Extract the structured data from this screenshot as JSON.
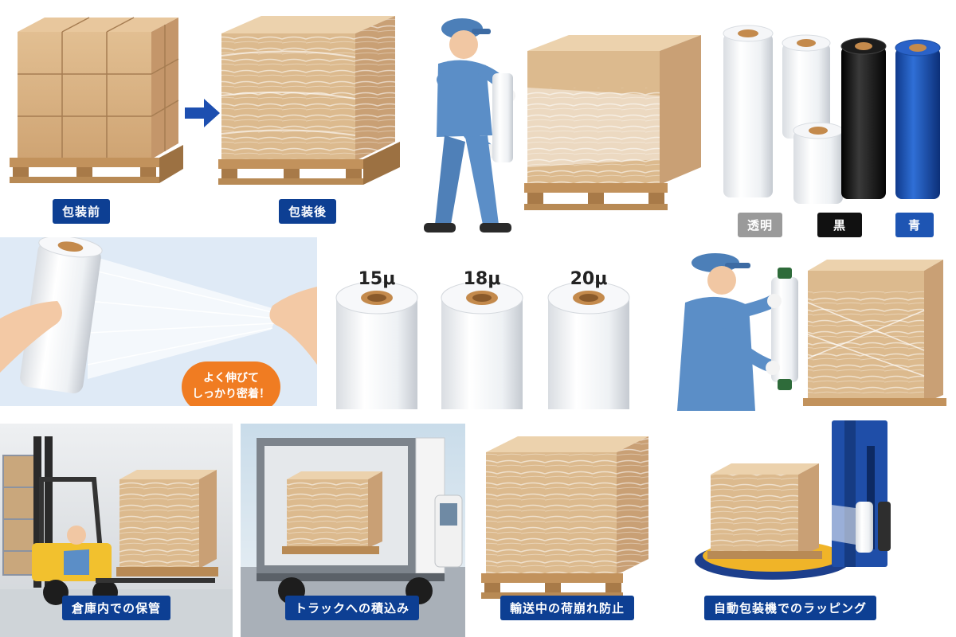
{
  "labels": {
    "before": "包装前",
    "after": "包装後",
    "clear": "透明",
    "black": "黒",
    "blue": "青",
    "storage": "倉庫内での保管",
    "truck": "トラックへの積込み",
    "prevent": "輸送中の荷崩れ防止",
    "machine": "自動包装機でのラッピング"
  },
  "thicknesses": [
    "15μ",
    "18μ",
    "20μ"
  ],
  "bubble_text": "よく伸びて\nしっかり密着！",
  "colors": {
    "label_bg": "#0d3f93",
    "clear_tag": "#9a9a9a",
    "black_tag": "#111111",
    "blue_tag": "#1e55b3",
    "bubble": "#f07c22",
    "cardboard": "#d8b184",
    "pallet": "#b88a55"
  }
}
